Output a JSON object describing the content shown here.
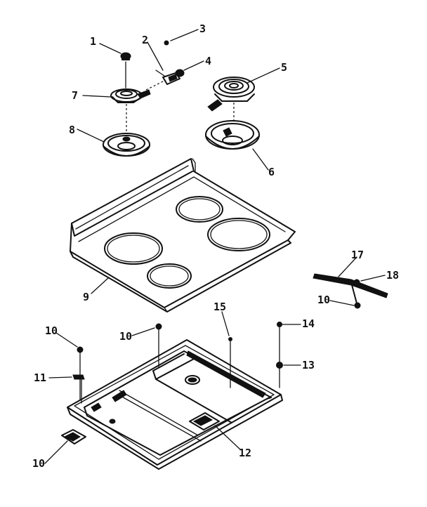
{
  "diagram": {
    "callouts": {
      "c1": "1",
      "c2": "2",
      "c3": "3",
      "c4": "4",
      "c5": "5",
      "c6": "6",
      "c7": "7",
      "c8": "8",
      "c9": "9",
      "c10a": "10",
      "c10b": "10",
      "c10c": "10",
      "c10d": "10",
      "c11": "11",
      "c12": "12",
      "c13": "13",
      "c14": "14",
      "c15": "15",
      "c17": "17",
      "c18": "18"
    }
  }
}
